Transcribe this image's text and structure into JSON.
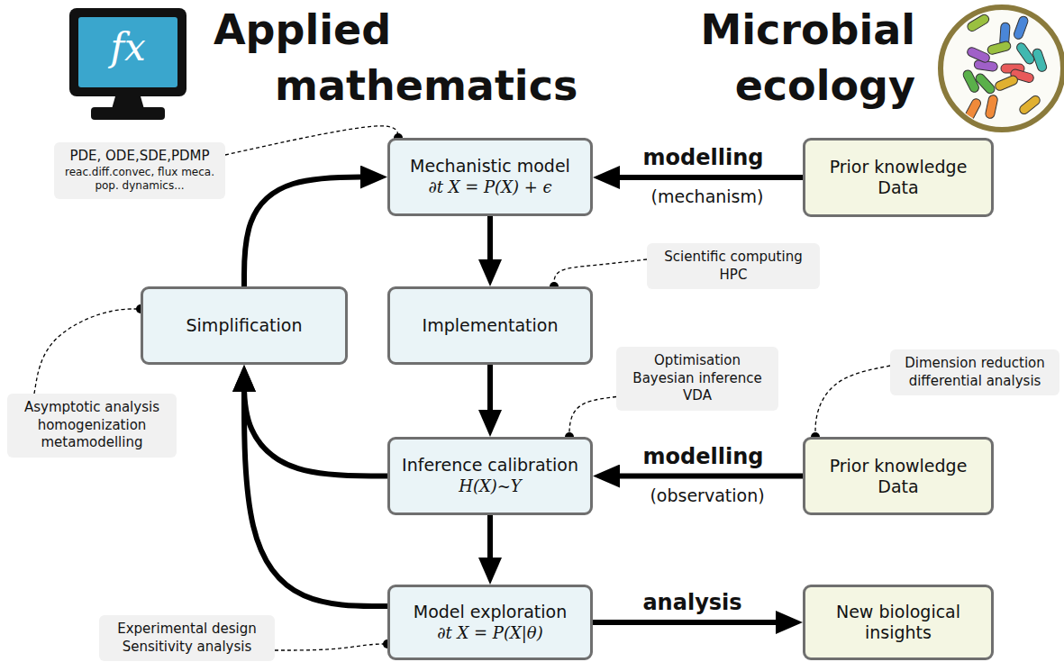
{
  "diagram": {
    "nodes": [
      {
        "text": [
          "Mechanistic model",
          "∂t X = P(X) + ϵ"
        ]
      },
      {
        "text": [
          "Implementation"
        ]
      },
      {
        "text": [
          "Inference calibration",
          "H(X)~Y"
        ]
      },
      {
        "text": [
          "Model exploration",
          "∂t X = P(X|θ)"
        ]
      },
      {
        "text": [
          "Simplification"
        ]
      },
      {
        "text": [
          "Prior knowledge Data"
        ]
      },
      {
        "text": [
          "Prior knowledge Data"
        ]
      },
      {
        "text": [
          "New biological insights"
        ]
      },
      {
        "text": [
          "PDE, ODE,SDE,PDMP",
          "reac.diff.convec, flux meca. pop. dynamics..."
        ]
      },
      {
        "text": [
          "Scientific computing HPC"
        ]
      },
      {
        "text": [
          "Optimisation Bayesian inference VDA"
        ]
      },
      {
        "text": [
          "Dimension reduction differential analysis"
        ]
      },
      {
        "text": [
          "Asymptotic analysis homogenization metamodelling"
        ]
      },
      {
        "text": [
          "Experimental design Sensitivity analysis"
        ]
      }
    ],
    "edges": [
      {
        "from": 0,
        "to": 1,
        "arrow": "to"
      },
      {
        "from": 1,
        "to": 2,
        "arrow": "to"
      },
      {
        "from": 2,
        "to": 3,
        "arrow": "to"
      },
      {
        "from": 5,
        "to": 0,
        "label": "modelling",
        "arrow": "to"
      },
      {
        "from": 6,
        "to": 2,
        "label": "modelling",
        "arrow": "to"
      },
      {
        "from": 3,
        "to": 7,
        "label": "analysis",
        "arrow": "to"
      },
      {
        "from": 4,
        "to": 0,
        "arrow": "to"
      },
      {
        "from": 2,
        "to": 4,
        "arrow": "to"
      },
      {
        "from": 3,
        "to": 4,
        "arrow": "to"
      },
      {
        "from": 8,
        "to": 0,
        "arrow": "none"
      },
      {
        "from": 9,
        "to": 1,
        "arrow": "none"
      },
      {
        "from": 10,
        "to": 2,
        "arrow": "none"
      },
      {
        "from": 11,
        "to": 6,
        "arrow": "none"
      },
      {
        "from": 12,
        "to": 4,
        "arrow": "none"
      },
      {
        "from": 13,
        "to": 3,
        "arrow": "none"
      }
    ],
    "labels": [
      "Applied mathematics",
      "Microbial ecology",
      "fx",
      "(mechanism)",
      "(observation)"
    ]
  }
}
